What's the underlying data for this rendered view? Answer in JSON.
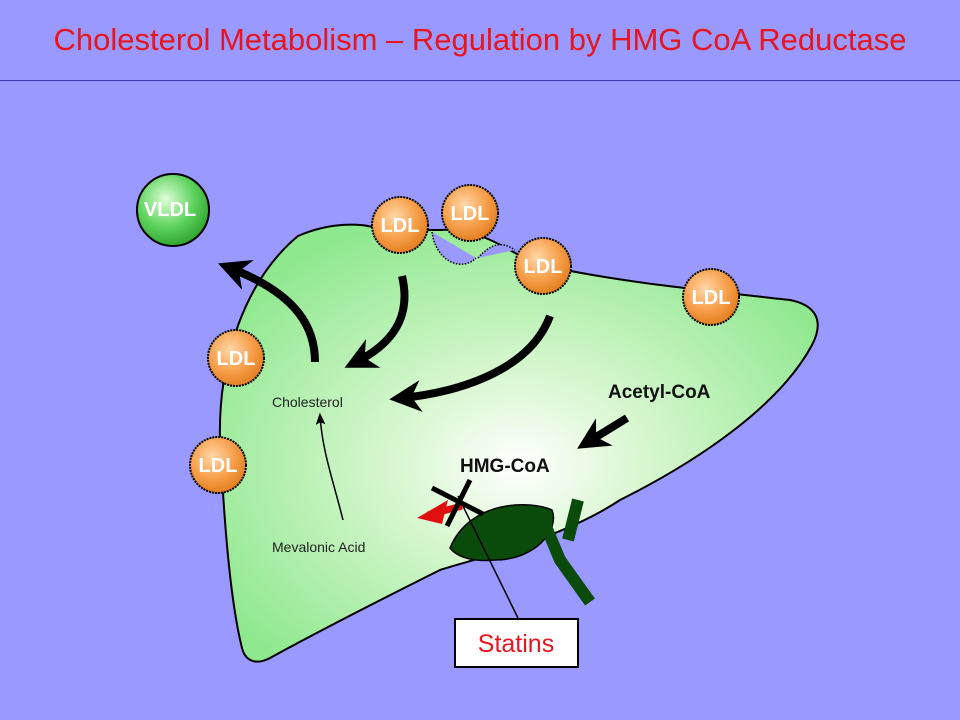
{
  "title": "Cholesterol Metabolism – Regulation by HMG CoA Reductase",
  "colors": {
    "background": "#9999ff",
    "title": "#e8141e",
    "liver_light": "#eaffea",
    "liver_dark": "#7de07d",
    "ldl_fill": "#f08a2a",
    "vldl_fill": "#3fb93f",
    "gallbladder": "#0a4a0a",
    "inhibition_arrow": "#e01010"
  },
  "particles": {
    "vldl": "VLDL",
    "ldl_top_left": "LDL",
    "ldl_top_right": "LDL",
    "ldl_receptor": "LDL",
    "ldl_right": "LDL",
    "ldl_left_upper": "LDL",
    "ldl_left_lower": "LDL"
  },
  "labels": {
    "acetyl_coa": "Acetyl-CoA",
    "hmg_coa": "HMG-CoA",
    "cholesterol": "Cholesterol",
    "mevalonic_acid": "Mevalonic Acid"
  },
  "statins": "Statins",
  "icons": {
    "liver": "liver-shape",
    "gallbladder": "gallbladder-shape",
    "inhibition": "x-cross-icon"
  }
}
